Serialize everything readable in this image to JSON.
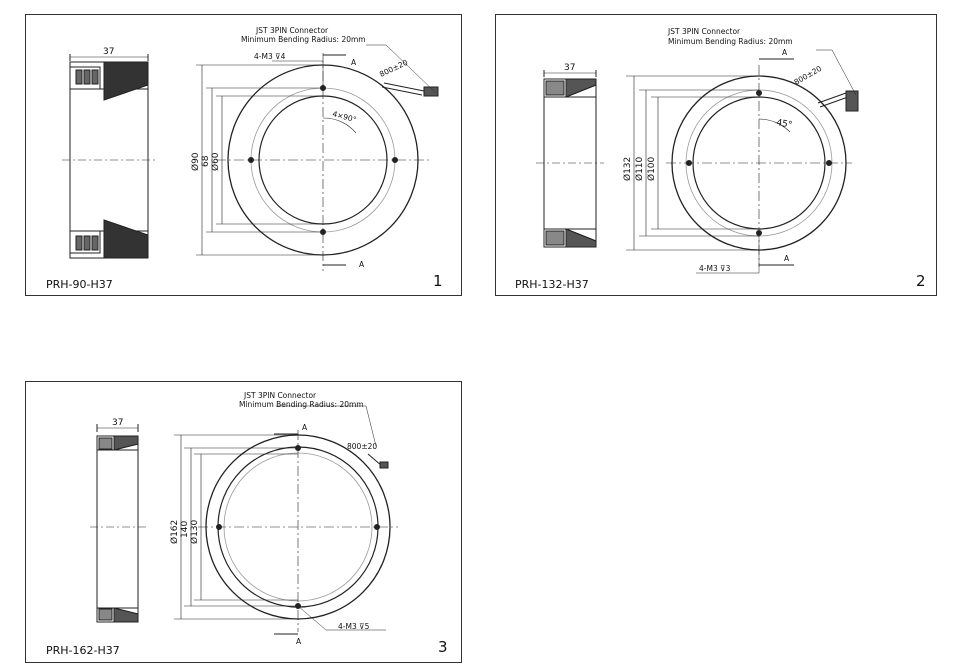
{
  "drawings": [
    {
      "number": "1",
      "model": "PRH-90-H37",
      "connector": "JST 3PIN Connector",
      "bending": "Minimum Bending Radius: 20mm",
      "cable": "800±20",
      "width_dim": "37",
      "holes": "4-M3 ⊽4",
      "angle": "4×90°",
      "section": "A",
      "dims": [
        "Ø90",
        "68",
        "Ø60"
      ]
    },
    {
      "number": "2",
      "model": "PRH-132-H37",
      "connector": "JST 3PIN Connector",
      "bending": "Minimum Bending Radius: 20mm",
      "cable": "800±20",
      "width_dim": "37",
      "holes": "4-M3 ⊽3",
      "angle": "45°",
      "section": "A",
      "dims": [
        "Ø132",
        "Ø110",
        "Ø100"
      ]
    },
    {
      "number": "3",
      "model": "PRH-162-H37",
      "connector": "JST 3PIN Connector",
      "bending": "Minimum Bending Radius: 20mm",
      "cable": "800±20",
      "width_dim": "37",
      "holes": "4-M3 ⊽5",
      "section": "A",
      "dims": [
        "Ø162",
        "140",
        "Ø130"
      ]
    }
  ]
}
